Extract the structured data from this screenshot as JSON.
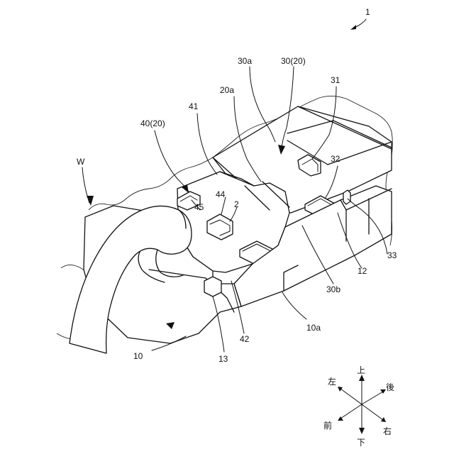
{
  "figure_number": "1",
  "labels": {
    "l30a": "30a",
    "l30_20": "30(20)",
    "l31": "31",
    "l20a": "20a",
    "l41": "41",
    "l40_20": "40(20)",
    "lW": "W",
    "l32": "32",
    "l44": "44",
    "l45": "45",
    "l2": "2",
    "l12": "12",
    "l33": "33",
    "l30b": "30b",
    "l10a": "10a",
    "l10": "10",
    "l13": "13",
    "l42": "42"
  },
  "directions": {
    "up": "上",
    "down": "下",
    "left": "左",
    "right": "右",
    "front": "前",
    "back": "後"
  }
}
